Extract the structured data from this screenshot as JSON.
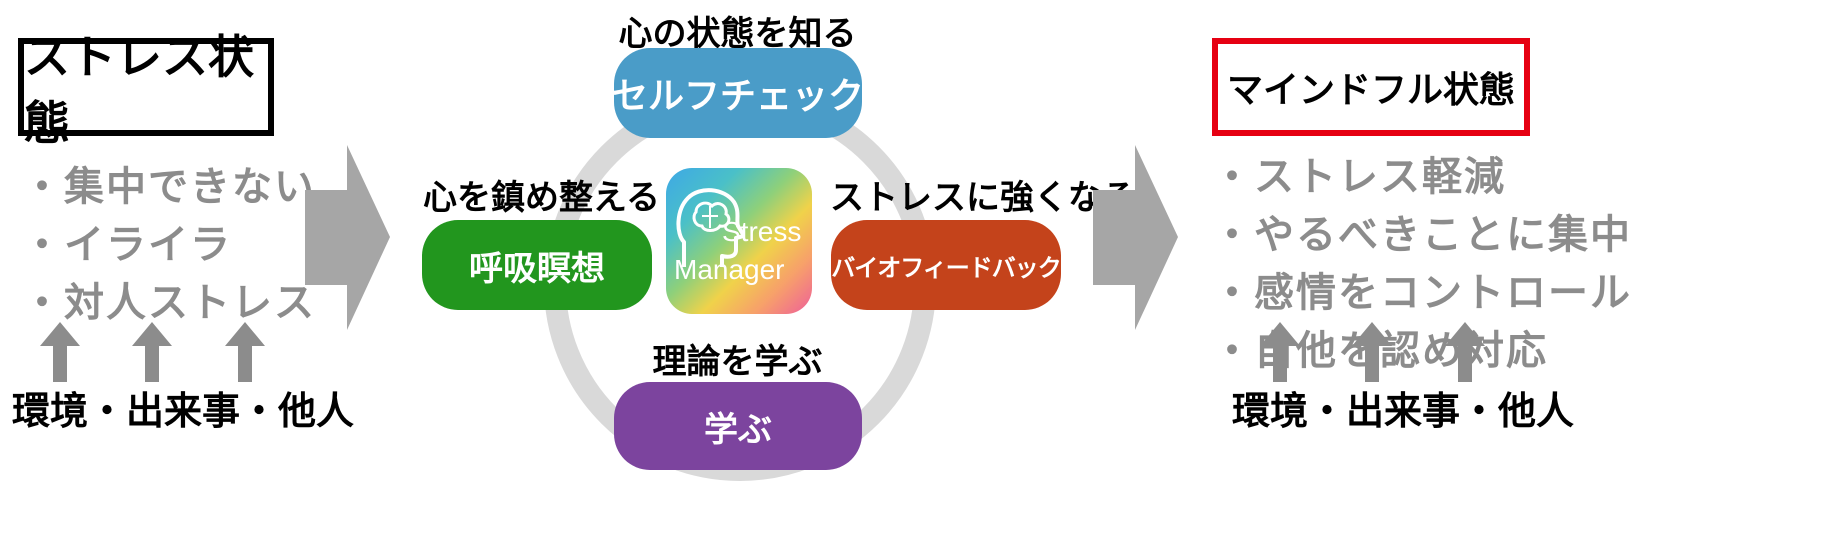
{
  "left": {
    "title": "ストレス状態",
    "items": [
      "・集中できない",
      "・イライラ",
      "・対人ストレス"
    ],
    "cause": "環境・出来事・他人"
  },
  "right": {
    "title": "マインドフル状態",
    "items": [
      "・ストレス軽減",
      "・やるべきことに集中",
      "・感情をコントロール",
      "・自他を認め対応"
    ],
    "cause": "環境・出来事・他人"
  },
  "cycle": {
    "top": {
      "caption": "心の状態を知る",
      "label": "セルフチェック",
      "color": "#4a9cc8"
    },
    "left": {
      "caption": "心を鎮め整える",
      "label": "呼吸瞑想",
      "color": "#22961e"
    },
    "right": {
      "caption": "ストレスに強くなる",
      "label": "バイオフィードバック",
      "color": "#c4431b"
    },
    "bottom": {
      "caption": "理論を学ぶ",
      "label": "学ぶ",
      "color": "#7c449e"
    }
  },
  "app_icon": {
    "line1": "Stress",
    "line2": "Manager",
    "icon": "head-brain-icon"
  },
  "colors": {
    "left_box_border": "#000000",
    "right_box_border": "#e60012",
    "arrow_gray": "#a6a6a6",
    "ring_gray": "#d9d9d9"
  }
}
